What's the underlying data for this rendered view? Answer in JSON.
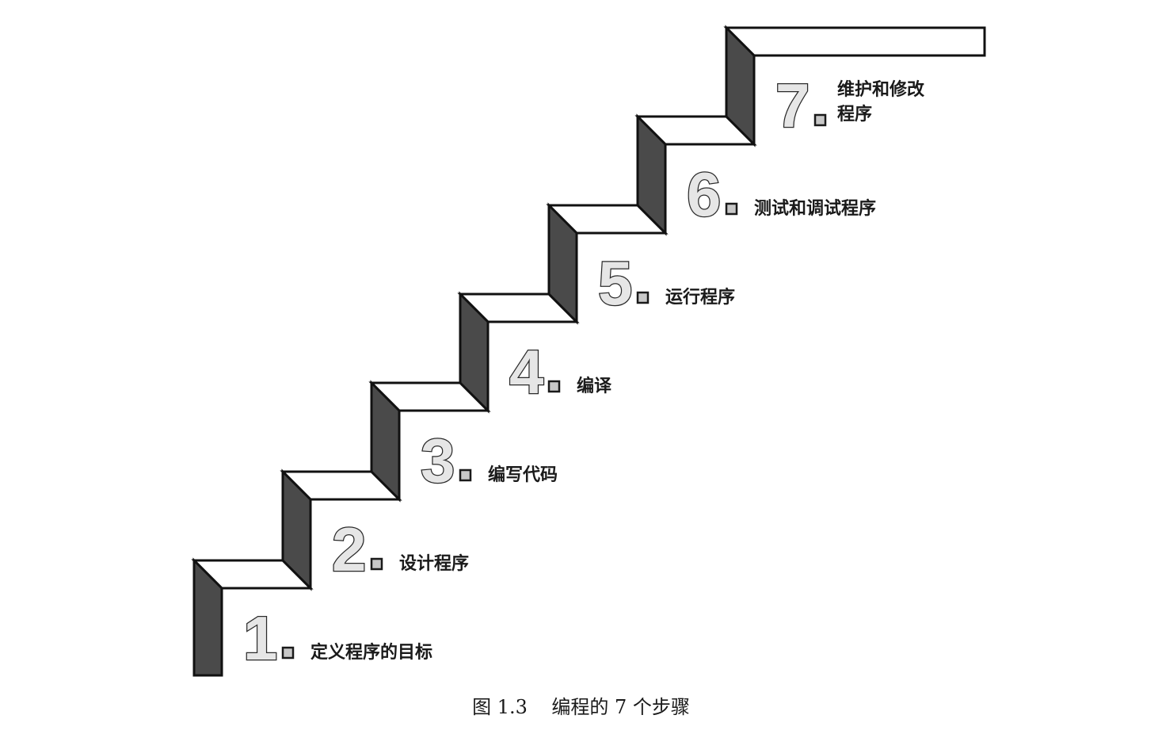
{
  "steps": [
    {
      "number": "1",
      "lines": [
        "定义程序的目标"
      ]
    },
    {
      "number": "2",
      "lines": [
        "设计程序"
      ]
    },
    {
      "number": "3",
      "lines": [
        "编写代码"
      ]
    },
    {
      "number": "4",
      "lines": [
        "编译"
      ]
    },
    {
      "number": "5",
      "lines": [
        "运行程序"
      ]
    },
    {
      "number": "6",
      "lines": [
        "测试和调试程序"
      ]
    },
    {
      "number": "7",
      "lines": [
        "维护和修改",
        "程序"
      ]
    }
  ],
  "caption": "图 1.3    编程的 7 个步骤",
  "colors": {
    "riser": "#4a4a4a",
    "tread": "#ffffff",
    "outline": "#111111",
    "number_fill": "#e6e6e6"
  }
}
